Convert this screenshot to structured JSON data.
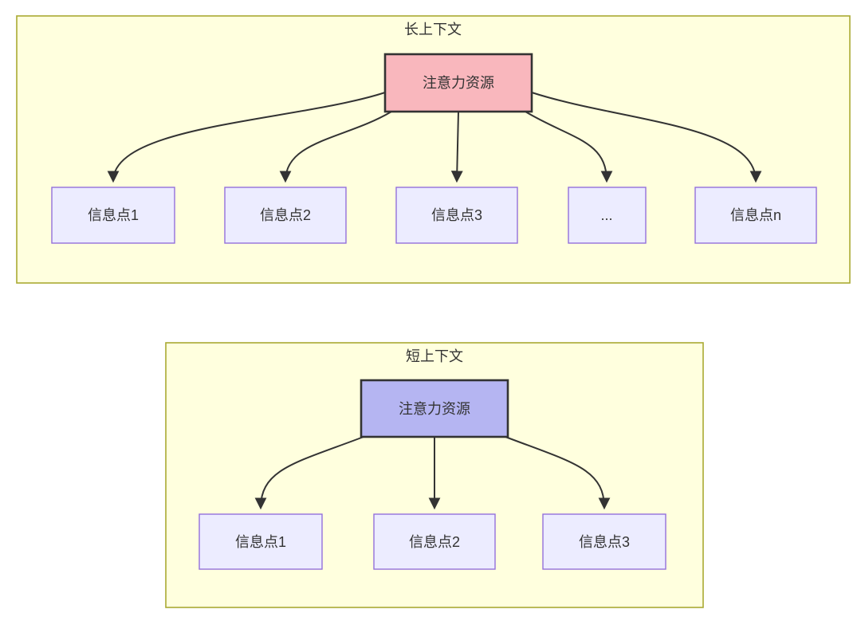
{
  "diagram": {
    "colors": {
      "panel_fill": "#ffffde",
      "panel_border": "#aaaa33",
      "info_fill": "#ececff",
      "info_border": "#9370db",
      "root_border": "#333333",
      "root_fill_long": "#f9b7bd",
      "root_fill_short": "#b5b5f2",
      "arrow": "#333333",
      "text": "#333333"
    },
    "panels": [
      {
        "title": "长上下文",
        "root": {
          "label": "注意力资源"
        },
        "children": [
          {
            "label": "信息点1"
          },
          {
            "label": "信息点2"
          },
          {
            "label": "信息点3"
          },
          {
            "label": "..."
          },
          {
            "label": "信息点n"
          }
        ]
      },
      {
        "title": "短上下文",
        "root": {
          "label": "注意力资源"
        },
        "children": [
          {
            "label": "信息点1"
          },
          {
            "label": "信息点2"
          },
          {
            "label": "信息点3"
          }
        ]
      }
    ]
  }
}
